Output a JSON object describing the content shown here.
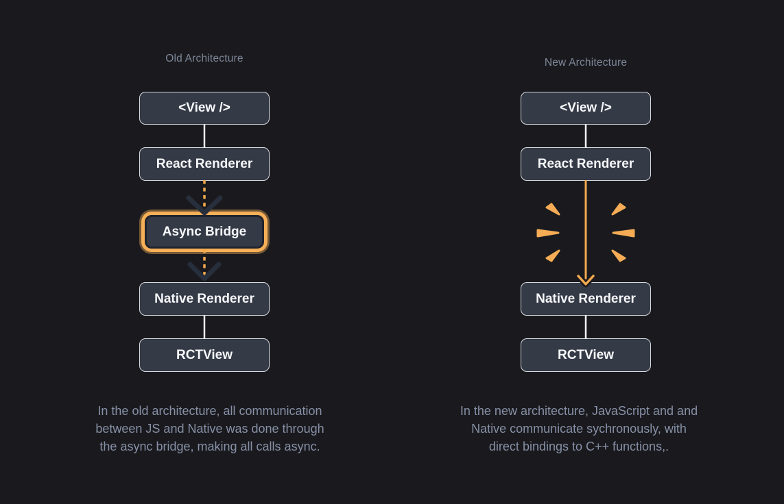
{
  "canvas": {
    "background": "#1A1A1E",
    "accent_orange": "#F5AC55",
    "box_fill": "#343A46",
    "box_border": "#D7DAE0",
    "muted_title_text": "#7D8798",
    "caption_text": "#8690A6",
    "white_line": "#F2F3F5",
    "dark_chevron": "#272E3C"
  },
  "old_column": {
    "title": "Old Architecture",
    "boxes": {
      "view": "<View />",
      "react_renderer": "React Renderer",
      "async_bridge": "Async Bridge",
      "native_renderer": "Native Renderer",
      "rctview": "RCTView"
    },
    "caption": {
      "line1": "In the old architecture, all communication",
      "line2": "between JS and Native was done through",
      "line3": "the async bridge, making all calls async."
    }
  },
  "new_column": {
    "title": "New Architecture",
    "boxes": {
      "view": "<View />",
      "react_renderer": "React Renderer",
      "native_renderer": "Native Renderer",
      "rctview": "RCTView"
    },
    "caption": {
      "line1": "In the new architecture, JavaScript and and",
      "line2": "Native communicate sychronously, with",
      "line3": "direct bindings to C++ functions,."
    }
  }
}
